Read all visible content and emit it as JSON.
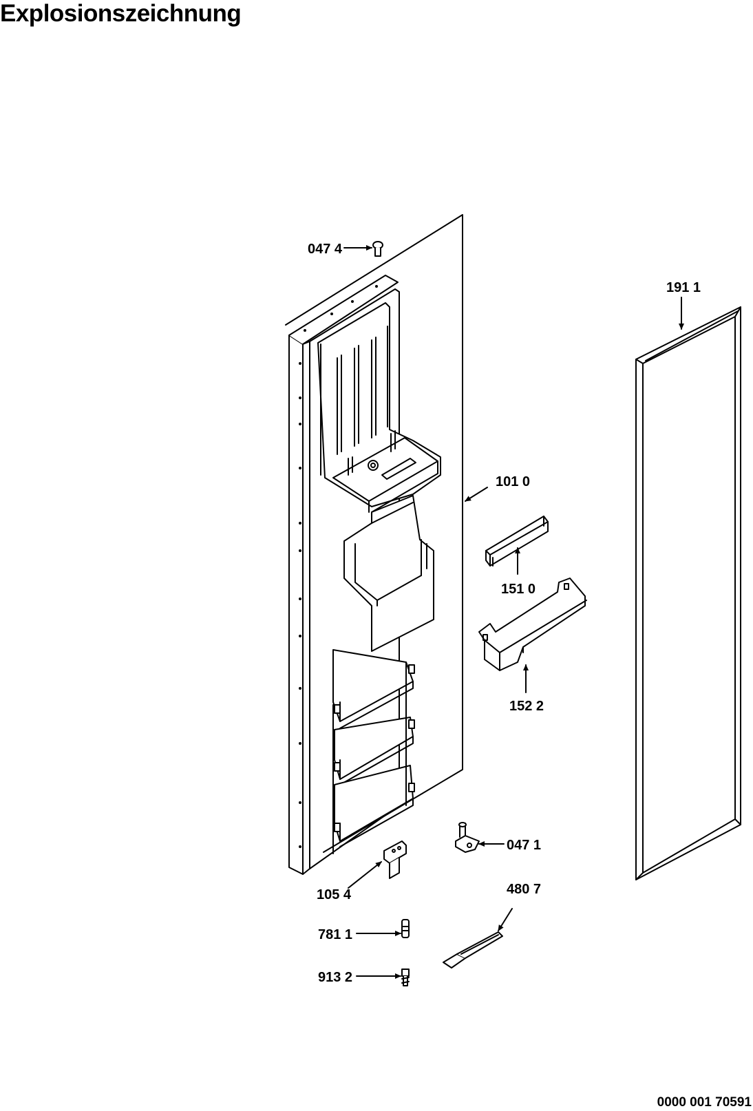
{
  "title": "Explosionszeichnung",
  "document_number": "0000 001 70591",
  "labels": {
    "p0474": "047 4",
    "p1911": "191 1",
    "p1010": "101 0",
    "p1510": "151 0",
    "p1522": "152 2",
    "p0471": "047 1",
    "p1054": "105 4",
    "p4807": "480 7",
    "p7811": "781 1",
    "p9132": "913 2"
  }
}
